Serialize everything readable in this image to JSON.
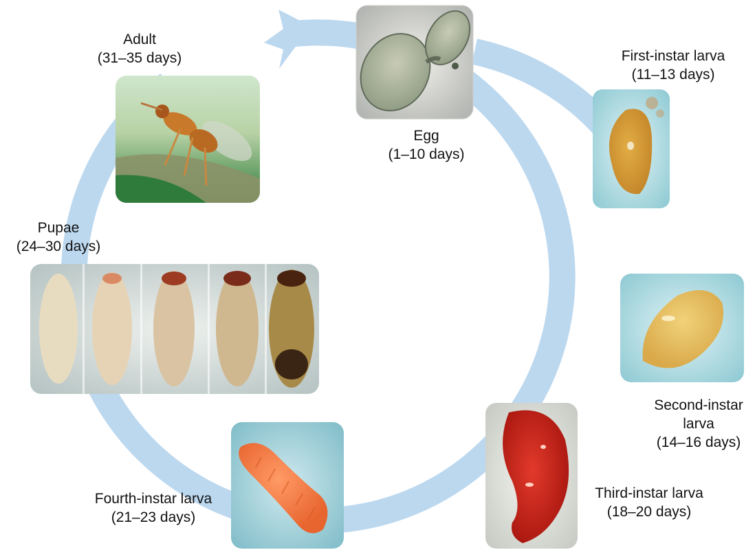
{
  "stages": {
    "egg": {
      "name": "Egg",
      "duration": "(1–10 days)",
      "icon": "egg-photo"
    },
    "first_instar": {
      "name": "First-instar larva",
      "duration": "(11–13 days)",
      "icon": "larva-photo"
    },
    "second_instar": {
      "name_line1": "Second-instar",
      "name_line2": "larva",
      "duration": "(14–16 days)",
      "icon": "larva-photo"
    },
    "third_instar": {
      "name": "Third-instar larva",
      "duration": "(18–20 days)",
      "icon": "larva-photo"
    },
    "fourth_instar": {
      "name": "Fourth-instar larva",
      "duration": "(21–23 days)",
      "icon": "larva-photo"
    },
    "pupae": {
      "name": "Pupae",
      "duration": "(24–30 days)",
      "icon": "pupae-photo-strip"
    },
    "adult": {
      "name": "Adult",
      "duration": "(31–35 days)",
      "icon": "adult-wasp-photo"
    }
  },
  "colors": {
    "cycle_arrow": "#bcd8ef",
    "first_instar_body": "#d9a43a",
    "second_instar_body": "#e8c25f",
    "third_instar_body": "#c8221a",
    "fourth_instar_body": "#f07a45",
    "photo_background_blue": "#9fd0d8"
  }
}
